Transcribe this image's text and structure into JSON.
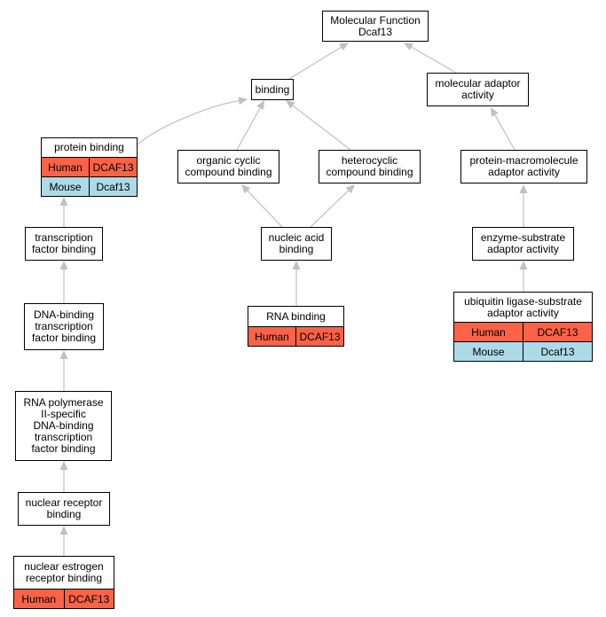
{
  "nodes": {
    "mf": {
      "lines": [
        "Molecular Function",
        "Dcaf13"
      ]
    },
    "bind": {
      "lines": [
        "binding"
      ]
    },
    "mad": {
      "lines": [
        "molecular adaptor",
        "activity"
      ]
    },
    "pb": {
      "lines": [
        "protein binding"
      ],
      "rows": [
        [
          "Human",
          "DCAF13"
        ],
        [
          "Mouse",
          "Dcaf13"
        ]
      ]
    },
    "occ": {
      "lines": [
        "organic cyclic",
        "compound binding"
      ]
    },
    "het": {
      "lines": [
        "heterocyclic",
        "compound binding"
      ]
    },
    "pma": {
      "lines": [
        "protein-macromolecule",
        "adaptor activity"
      ]
    },
    "tfb": {
      "lines": [
        "transcription",
        "factor binding"
      ]
    },
    "nab": {
      "lines": [
        "nucleic acid",
        "binding"
      ]
    },
    "esa": {
      "lines": [
        "enzyme-substrate",
        "adaptor activity"
      ]
    },
    "rnab": {
      "lines": [
        "RNA binding"
      ],
      "rows": [
        [
          "Human",
          "DCAF13"
        ]
      ]
    },
    "ubq": {
      "lines": [
        "ubiquitin ligase-substrate",
        "adaptor activity"
      ],
      "rows": [
        [
          "Human",
          "DCAF13"
        ],
        [
          "Mouse",
          "Dcaf13"
        ]
      ]
    },
    "dbtf": {
      "lines": [
        "DNA-binding",
        "transcription",
        "factor binding"
      ]
    },
    "rnap": {
      "lines": [
        "RNA polymerase",
        "II-specific",
        "DNA-binding",
        "transcription",
        "factor binding"
      ]
    },
    "nrb": {
      "lines": [
        "nuclear receptor",
        "binding"
      ]
    },
    "nerb": {
      "lines": [
        "nuclear estrogen",
        "receptor binding"
      ],
      "rows": [
        [
          "Human",
          "DCAF13"
        ]
      ]
    }
  },
  "colors": {
    "human": "#fb6246",
    "mouse": "#acdae8",
    "edge": "#c0c0c0"
  }
}
